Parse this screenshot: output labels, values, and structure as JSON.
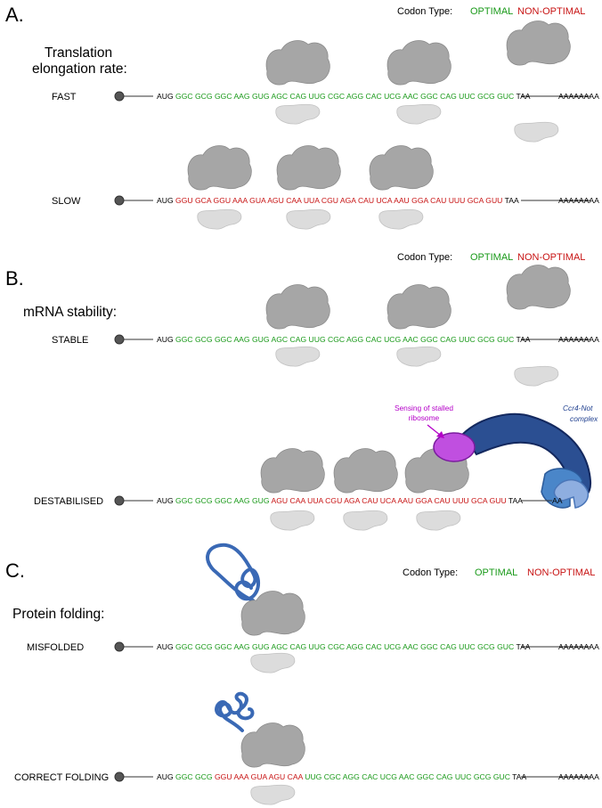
{
  "colors": {
    "optimal": "#1a9a1a",
    "non_optimal": "#c81414",
    "neutral": "#000000",
    "ribosome_large": "#a6a6a6",
    "ribosome_small": "#dcdcdc",
    "protein_chain": "#3a69b5",
    "stall_sensor": "#c04fe0",
    "ccr4_not": "#2b4f92"
  },
  "legend": {
    "label": "Codon Type:",
    "optimal": "OPTIMAL",
    "non_optimal": "NON-OPTIMAL"
  },
  "sections": [
    {
      "letter": "A.",
      "heading_lines": [
        "Translation",
        "elongation rate:"
      ],
      "rows": [
        {
          "label": "FAST",
          "start_codon": "AUG",
          "stop_codon": "TAA",
          "poly_a": "AAAAAAAA",
          "codons": [
            {
              "text": "GGC",
              "type": "optimal"
            },
            {
              "text": "GCG",
              "type": "optimal"
            },
            {
              "text": "GGC",
              "type": "optimal"
            },
            {
              "text": "AAG",
              "type": "optimal"
            },
            {
              "text": "GUG",
              "type": "optimal"
            },
            {
              "text": "AGC",
              "type": "optimal"
            },
            {
              "text": "CAG",
              "type": "optimal"
            },
            {
              "text": "UUG",
              "type": "optimal"
            },
            {
              "text": "CGC",
              "type": "optimal"
            },
            {
              "text": "AGG",
              "type": "optimal"
            },
            {
              "text": "CAC",
              "type": "optimal"
            },
            {
              "text": "UCG",
              "type": "optimal"
            },
            {
              "text": "AAC",
              "type": "optimal"
            },
            {
              "text": "GGC",
              "type": "optimal"
            },
            {
              "text": "CAG",
              "type": "optimal"
            },
            {
              "text": "UUC",
              "type": "optimal"
            },
            {
              "text": "GCG",
              "type": "optimal"
            },
            {
              "text": "GUC",
              "type": "optimal"
            }
          ]
        },
        {
          "label": "SLOW",
          "start_codon": "AUG",
          "stop_codon": "TAA",
          "poly_a": "AAAAAAAA",
          "codons": [
            {
              "text": "GGU",
              "type": "non_optimal"
            },
            {
              "text": "GCA",
              "type": "non_optimal"
            },
            {
              "text": "GGU",
              "type": "non_optimal"
            },
            {
              "text": "AAA",
              "type": "non_optimal"
            },
            {
              "text": "GUA",
              "type": "non_optimal"
            },
            {
              "text": "AGU",
              "type": "non_optimal"
            },
            {
              "text": "CAA",
              "type": "non_optimal"
            },
            {
              "text": "UUA",
              "type": "non_optimal"
            },
            {
              "text": "CGU",
              "type": "non_optimal"
            },
            {
              "text": "AGA",
              "type": "non_optimal"
            },
            {
              "text": "CAU",
              "type": "non_optimal"
            },
            {
              "text": "UCA",
              "type": "non_optimal"
            },
            {
              "text": "AAU",
              "type": "non_optimal"
            },
            {
              "text": "GGA",
              "type": "non_optimal"
            },
            {
              "text": "CAU",
              "type": "non_optimal"
            },
            {
              "text": "UUU",
              "type": "non_optimal"
            },
            {
              "text": "GCA",
              "type": "non_optimal"
            },
            {
              "text": "GUU",
              "type": "non_optimal"
            }
          ]
        }
      ]
    },
    {
      "letter": "B.",
      "heading_lines": [
        "mRNA stability:"
      ],
      "rows": [
        {
          "label": "STABLE",
          "start_codon": "AUG",
          "stop_codon": "TAA",
          "poly_a": "AAAAAAAA",
          "codons": [
            {
              "text": "GGC",
              "type": "optimal"
            },
            {
              "text": "GCG",
              "type": "optimal"
            },
            {
              "text": "GGC",
              "type": "optimal"
            },
            {
              "text": "AAG",
              "type": "optimal"
            },
            {
              "text": "GUG",
              "type": "optimal"
            },
            {
              "text": "AGC",
              "type": "optimal"
            },
            {
              "text": "CAG",
              "type": "optimal"
            },
            {
              "text": "UUG",
              "type": "optimal"
            },
            {
              "text": "CGC",
              "type": "optimal"
            },
            {
              "text": "AGG",
              "type": "optimal"
            },
            {
              "text": "CAC",
              "type": "optimal"
            },
            {
              "text": "UCG",
              "type": "optimal"
            },
            {
              "text": "AAC",
              "type": "optimal"
            },
            {
              "text": "GGC",
              "type": "optimal"
            },
            {
              "text": "CAG",
              "type": "optimal"
            },
            {
              "text": "UUC",
              "type": "optimal"
            },
            {
              "text": "GCG",
              "type": "optimal"
            },
            {
              "text": "GUC",
              "type": "optimal"
            }
          ]
        },
        {
          "label": "DESTABILISED",
          "start_codon": "AUG",
          "stop_codon": "TAA",
          "poly_a": "AA",
          "codons": [
            {
              "text": "GGC",
              "type": "optimal"
            },
            {
              "text": "GCG",
              "type": "optimal"
            },
            {
              "text": "GGC",
              "type": "optimal"
            },
            {
              "text": "AAG",
              "type": "optimal"
            },
            {
              "text": "GUG",
              "type": "optimal"
            },
            {
              "text": "AGU",
              "type": "non_optimal"
            },
            {
              "text": "CAA",
              "type": "non_optimal"
            },
            {
              "text": "UUA",
              "type": "non_optimal"
            },
            {
              "text": "CGU",
              "type": "non_optimal"
            },
            {
              "text": "AGA",
              "type": "non_optimal"
            },
            {
              "text": "CAU",
              "type": "non_optimal"
            },
            {
              "text": "UCA",
              "type": "non_optimal"
            },
            {
              "text": "AAU",
              "type": "non_optimal"
            },
            {
              "text": "GGA",
              "type": "non_optimal"
            },
            {
              "text": "CAU",
              "type": "non_optimal"
            },
            {
              "text": "UUU",
              "type": "non_optimal"
            },
            {
              "text": "GCA",
              "type": "non_optimal"
            },
            {
              "text": "GUU",
              "type": "non_optimal"
            }
          ]
        }
      ],
      "annotations": {
        "stall_sensing": [
          "Sensing of stalled",
          "ribosome"
        ],
        "complex_name": [
          "Ccr4-Not",
          "complex"
        ]
      }
    },
    {
      "letter": "C.",
      "heading_lines": [
        "Protein folding:"
      ],
      "rows": [
        {
          "label": "MISFOLDED",
          "start_codon": "AUG",
          "stop_codon": "TAA",
          "poly_a": "AAAAAAAA",
          "codons": [
            {
              "text": "GGC",
              "type": "optimal"
            },
            {
              "text": "GCG",
              "type": "optimal"
            },
            {
              "text": "GGC",
              "type": "optimal"
            },
            {
              "text": "AAG",
              "type": "optimal"
            },
            {
              "text": "GUG",
              "type": "optimal"
            },
            {
              "text": "AGC",
              "type": "optimal"
            },
            {
              "text": "CAG",
              "type": "optimal"
            },
            {
              "text": "UUG",
              "type": "optimal"
            },
            {
              "text": "CGC",
              "type": "optimal"
            },
            {
              "text": "AGG",
              "type": "optimal"
            },
            {
              "text": "CAC",
              "type": "optimal"
            },
            {
              "text": "UCG",
              "type": "optimal"
            },
            {
              "text": "AAC",
              "type": "optimal"
            },
            {
              "text": "GGC",
              "type": "optimal"
            },
            {
              "text": "CAG",
              "type": "optimal"
            },
            {
              "text": "UUC",
              "type": "optimal"
            },
            {
              "text": "GCG",
              "type": "optimal"
            },
            {
              "text": "GUC",
              "type": "optimal"
            }
          ]
        },
        {
          "label": "CORRECT FOLDING",
          "start_codon": "AUG",
          "stop_codon": "TAA",
          "poly_a": "AAAAAAAA",
          "codons": [
            {
              "text": "GGC",
              "type": "optimal"
            },
            {
              "text": "GCG",
              "type": "optimal"
            },
            {
              "text": "GGU",
              "type": "non_optimal"
            },
            {
              "text": "AAA",
              "type": "non_optimal"
            },
            {
              "text": "GUA",
              "type": "non_optimal"
            },
            {
              "text": "AGU",
              "type": "non_optimal"
            },
            {
              "text": "CAA",
              "type": "non_optimal"
            },
            {
              "text": "UUG",
              "type": "optimal"
            },
            {
              "text": "CGC",
              "type": "optimal"
            },
            {
              "text": "AGG",
              "type": "optimal"
            },
            {
              "text": "CAC",
              "type": "optimal"
            },
            {
              "text": "UCG",
              "type": "optimal"
            },
            {
              "text": "AAC",
              "type": "optimal"
            },
            {
              "text": "GGC",
              "type": "optimal"
            },
            {
              "text": "CAG",
              "type": "optimal"
            },
            {
              "text": "UUC",
              "type": "optimal"
            },
            {
              "text": "GCG",
              "type": "optimal"
            },
            {
              "text": "GUC",
              "type": "optimal"
            }
          ]
        }
      ]
    }
  ]
}
